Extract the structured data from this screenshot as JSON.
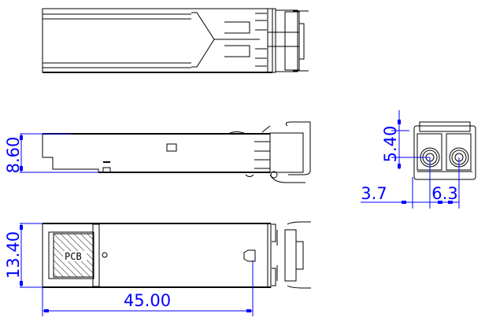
{
  "drawing": {
    "views": [
      "top-view",
      "side-view",
      "bottom-view",
      "front-view"
    ],
    "dimensions": {
      "height": "8.60",
      "width": "13.40",
      "length": "45.00",
      "port_height": "5.40",
      "port_offset": "3.7",
      "port_pitch": "6.3"
    },
    "pcb_label": "PCB",
    "colors": {
      "outline": "#000000",
      "dimension": "#0000ff"
    }
  }
}
